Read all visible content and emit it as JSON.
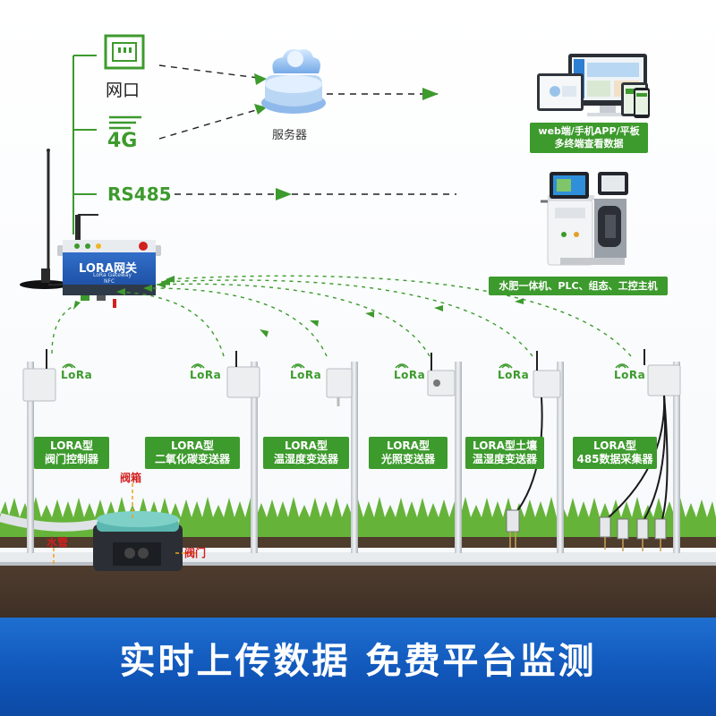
{
  "network": {
    "ethernet_label": "网口",
    "cellular_label": "4G",
    "rs485_label": "RS485"
  },
  "server_label": "服务器",
  "clients_label_line1": "web端/手机APP/平板",
  "clients_label_line2": "多终端查看数据",
  "fertigation_label": "水肥一体机、PLC、组态、工控主机",
  "gateway": {
    "title": "LORA网关",
    "subtitle": "LoRa Gateway",
    "nfc": "NFC"
  },
  "lora_badge": "LoRa",
  "sensors": [
    {
      "line1": "LORA型",
      "line2": "阀门控制器"
    },
    {
      "line1": "LORA型",
      "line2": "二氧化碳变送器"
    },
    {
      "line1": "LORA型",
      "line2": "温湿度变送器"
    },
    {
      "line1": "LORA型",
      "line2": "光照变送器"
    },
    {
      "line1": "LORA型土壤",
      "line2": "温湿度变送器"
    },
    {
      "line1": "LORA型",
      "line2": "485数据采集器"
    }
  ],
  "annotations": {
    "valve_box": "阀箱",
    "water_pipe": "水管",
    "valve": "阀门"
  },
  "banner": "实时上传数据  免费平台监测",
  "colors": {
    "accent_green": "#3d9a2d",
    "banner_blue": "#1460c4",
    "gateway_blue": "#1f5fb5",
    "annotation_red": "#d1201e"
  }
}
